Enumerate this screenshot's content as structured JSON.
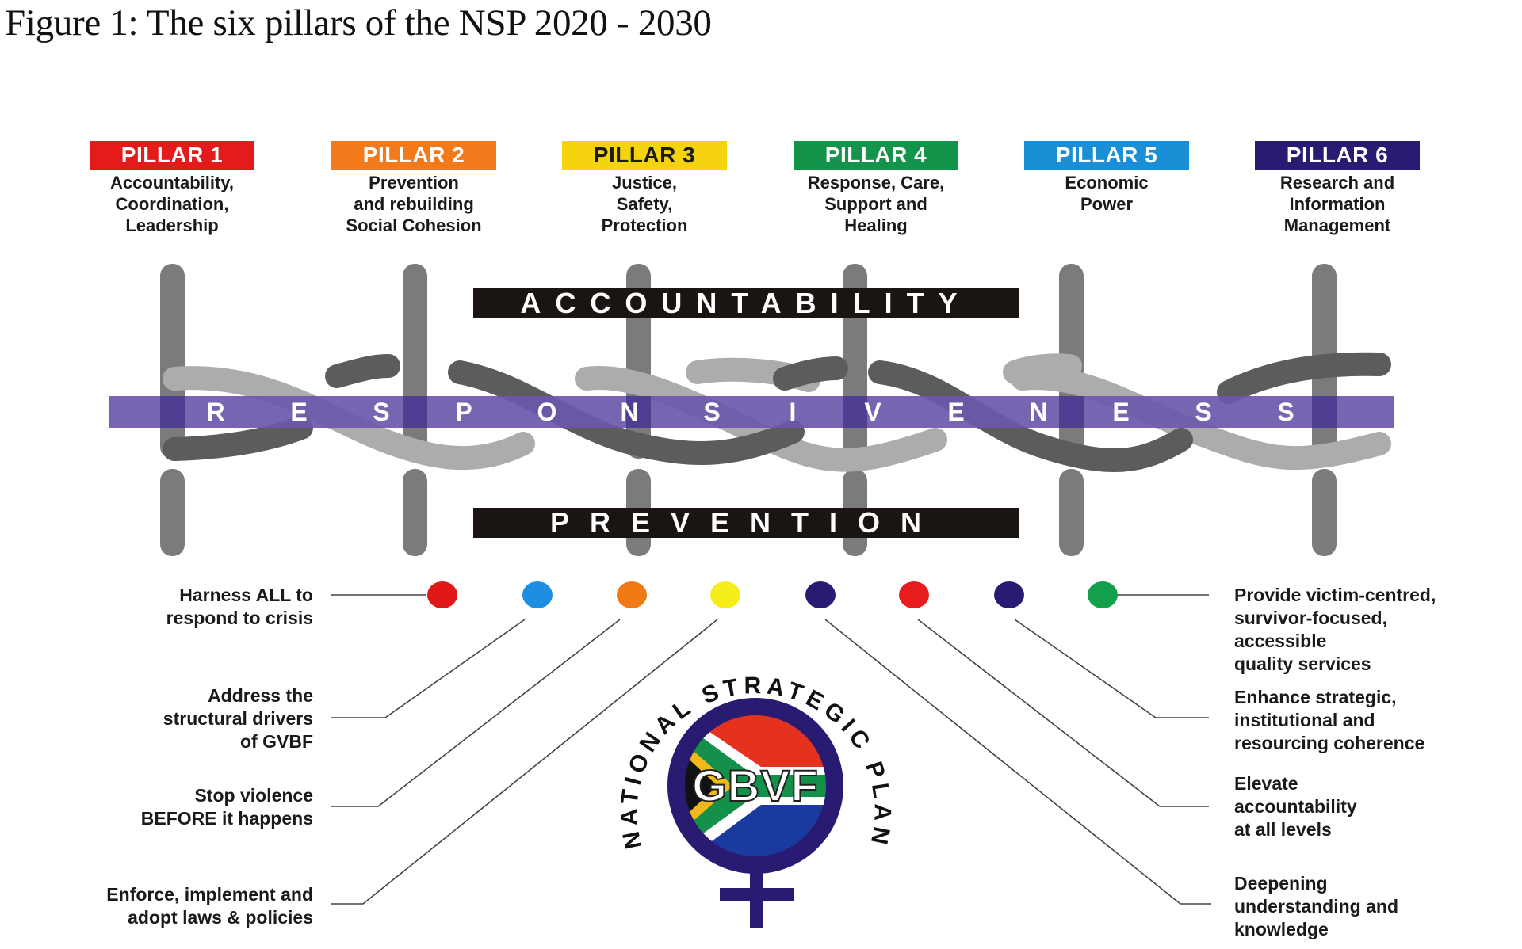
{
  "title": "Figure 1: The six pillars of the NSP 2020 - 2030",
  "pillars": [
    {
      "label": "PILLAR 1",
      "description": "Accountability,\nCoordination,\nLeadership",
      "color": "#e31b1b",
      "text_color": "#ffffff"
    },
    {
      "label": "PILLAR 2",
      "description": "Prevention\nand rebuilding\nSocial Cohesion",
      "color": "#f27a1a",
      "text_color": "#ffffff"
    },
    {
      "label": "PILLAR 3",
      "description": "Justice,\nSafety,\nProtection",
      "color": "#f5d40f",
      "text_color": "#1a1a1a"
    },
    {
      "label": "PILLAR 4",
      "description": "Response, Care,\nSupport and\nHealing",
      "color": "#14944a",
      "text_color": "#ffffff"
    },
    {
      "label": "PILLAR 5",
      "description": "Economic\nPower",
      "color": "#1a8fd6",
      "text_color": "#ffffff"
    },
    {
      "label": "PILLAR 6",
      "description": "Research and\nInformation\nManagement",
      "color": "#2a1b72",
      "text_color": "#ffffff"
    }
  ],
  "bands": {
    "accountability": "ACCOUNTABILITY",
    "responsiveness_letters": [
      "R",
      "E",
      "S",
      "P",
      "O",
      "N",
      "S",
      "I",
      "V",
      "E",
      "N",
      "E",
      "S",
      "S"
    ],
    "prevention": "PREVENTION"
  },
  "dots": [
    {
      "color": "#e01818"
    },
    {
      "color": "#1e8ee0"
    },
    {
      "color": "#f07a14"
    },
    {
      "color": "#f5ee1a"
    },
    {
      "color": "#2a1b72"
    },
    {
      "color": "#e81c1c"
    },
    {
      "color": "#2a1b72"
    },
    {
      "color": "#14a04a"
    }
  ],
  "goals_left": [
    {
      "text": "Harness ALL to\nrespond to crisis"
    },
    {
      "text": "Address the\nstructural drivers\nof GVBF"
    },
    {
      "text": "Stop violence\nBEFORE it happens"
    },
    {
      "text": "Enforce, implement and\nadopt laws & policies"
    }
  ],
  "goals_right": [
    {
      "text": "Provide victim-centred,\nsurvivor-focused,\naccessible\nquality services"
    },
    {
      "text": "Enhance strategic,\ninstitutional and\nresourcing coherence"
    },
    {
      "text": "Elevate\naccountability\nat all levels"
    },
    {
      "text": "Deepening\nunderstanding and\nknowledge"
    }
  ],
  "logo": {
    "arc_text_top": "NATIONAL STRATEGIC PLAN",
    "center_text": "GBVF",
    "ring_color": "#2a1b72"
  },
  "colors": {
    "pillar_grey": "#7b7b7b",
    "strand_dark": "#5c5c5c",
    "strand_light": "#acacac",
    "responsiveness_band": "#6b58ab",
    "label_bar": "#1a1512"
  }
}
